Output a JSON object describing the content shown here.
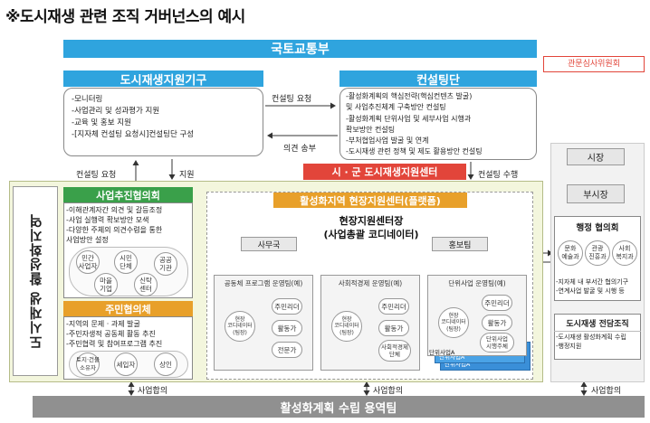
{
  "title": "※도시재생 관련 조직 거버넌스의 예시",
  "molit": "국토교통부",
  "review_committee": "관문심사위원회",
  "support_agency": {
    "title": "도시재생지원기구",
    "items": [
      "-모니터링",
      "-사업관리 및 성과평가 지원",
      "-교육 및 홍보 지원",
      "-[지자체 컨설팅 요청시]컨설팅단 구성"
    ]
  },
  "consulting_team": {
    "title": "컨설팅단",
    "items": [
      "-활성화계획의 핵심전략(핵심컨텐츠 발굴)",
      "  및 사업추진체계 구축방안 컨설팅",
      "-활성화계획 단위사업 및 세부사업 시행과",
      "  확보방안 컨설팅",
      "-부처협업사업 발굴 및 연계",
      "-도시재생 관련 정책 및 제도 활용방안 컨설팅"
    ]
  },
  "arrows": {
    "consult_request": "컨설팅 요청",
    "opinion_send": "의견 송부",
    "consult_request2": "컨설팅 요청",
    "support": "지원",
    "consult_perform": "컨설팅 수행",
    "agreement_left": "사업합의",
    "agreement_mid": "사업합의",
    "agreement_right": "사업합의"
  },
  "city_center": "시 · 군 도시재생지원센터",
  "region_label": "도시재생 활성화지역",
  "promo_council": {
    "title": "사업추진협의회",
    "items": [
      "-이해관계자간 의견 및 갈등조정",
      "-사업 실행력 확보방안 모색",
      "-다양한 주체의 의견수렴을 통한",
      "  사업방안 설정"
    ],
    "circles": [
      "민간\n사업자",
      "시민\n단체",
      "공공\n기관",
      "마을\n기업",
      "신탁\n센터"
    ]
  },
  "resident_council": {
    "title": "주민협의체",
    "items": [
      "-지역의 문제 · 과제 발굴",
      "-주민자생적 공동체 활동 추진",
      "-주민협력 및 참여프로그램 추진"
    ],
    "circles": [
      "토지·건물\n소유자",
      "세입자",
      "상인"
    ]
  },
  "field_center": {
    "title": "활성화지역 현장지원센터(플랫폼)",
    "head": "현장지원센터장",
    "head_sub": "(사업총괄 코디네이터)",
    "office": "사무국",
    "pr": "홍보팀",
    "teams": [
      {
        "title": "공동체 프로그램 운영팀(예)",
        "center": "현장\n코디네이터\n(팀장)",
        "members": [
          "주민리더",
          "활동가",
          "전문가"
        ]
      },
      {
        "title": "사회적경제 운영팀(예)",
        "center": "현장\n코디네이터\n(팀장)",
        "members": [
          "주민리더",
          "활동가",
          "사회적경제\n단체"
        ]
      },
      {
        "title": "단위사업 운영팀(예)",
        "center": "현장\n코디네이터\n(팀장)",
        "members": [
          "주민리더",
          "활동가",
          "단위사업\n시행주체"
        ]
      }
    ],
    "unit_tags": [
      "단위사업A",
      "단위사업A",
      "단위사업A"
    ]
  },
  "right_column": {
    "mayor": "시장",
    "vice_mayor": "부시장",
    "admin_council": "행정 협의회",
    "admin_circles": [
      "문화\n예술과",
      "관광\n진흥과",
      "사회\n복지과"
    ],
    "admin_items": [
      "-지자체 내 부서간 협의기구",
      "-연계사업 발굴 및 시행 등"
    ],
    "dedicated": "도시재생 전담조직",
    "dedicated_items": [
      "-도시재생 활성화계획 수립",
      "-행정지원"
    ]
  },
  "bottom_bar": "활성화계획 수립 용역팀",
  "colors": {
    "blue": "#2fa4de",
    "orange": "#e8a02a",
    "red": "#e2453a",
    "green": "#3aa04a",
    "gray": "#8d8d8d",
    "region_bg": "#f3f6dd"
  }
}
